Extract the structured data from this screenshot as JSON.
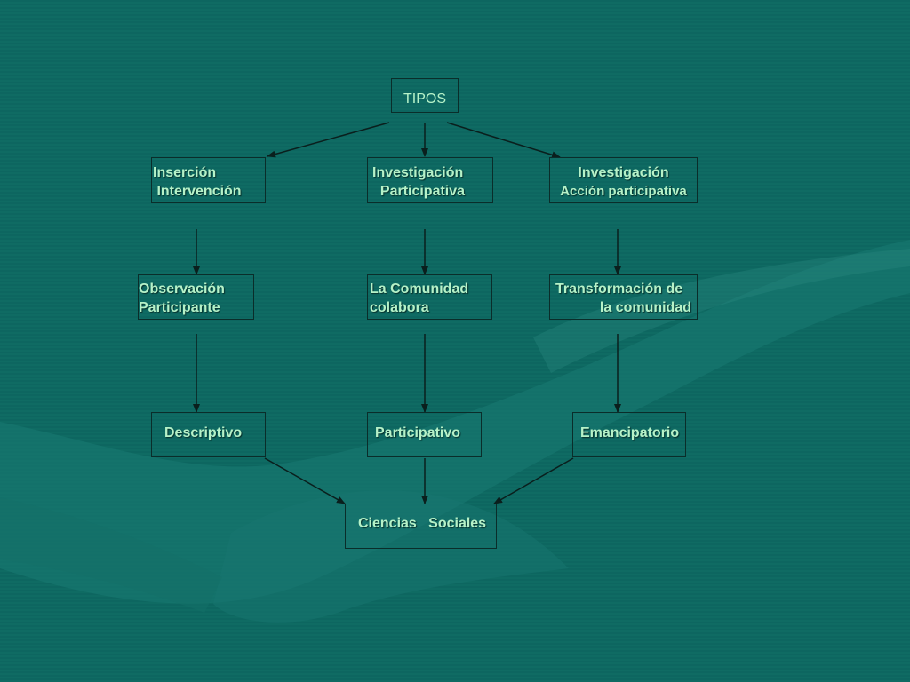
{
  "diagram": {
    "root": "TIPOS",
    "row1": {
      "left": [
        "Inserción",
        " Intervención"
      ],
      "center": [
        "Investigación",
        "  Participativa"
      ],
      "right": [
        "Investigación",
        "Acción participativa"
      ]
    },
    "row2": {
      "left": [
        "Observación",
        "Participante"
      ],
      "center": [
        "La Comunidad",
        "colabora"
      ],
      "right": [
        "Transformación de",
        "la comunidad"
      ]
    },
    "row3": {
      "left": "Descriptivo",
      "center": "Participativo",
      "right": "Emancipatorio"
    },
    "bottom": "Ciencias   Sociales"
  },
  "colors": {
    "background": "#0f6b63",
    "text": "#b6f2c8",
    "lines": "#0a2d2a"
  }
}
